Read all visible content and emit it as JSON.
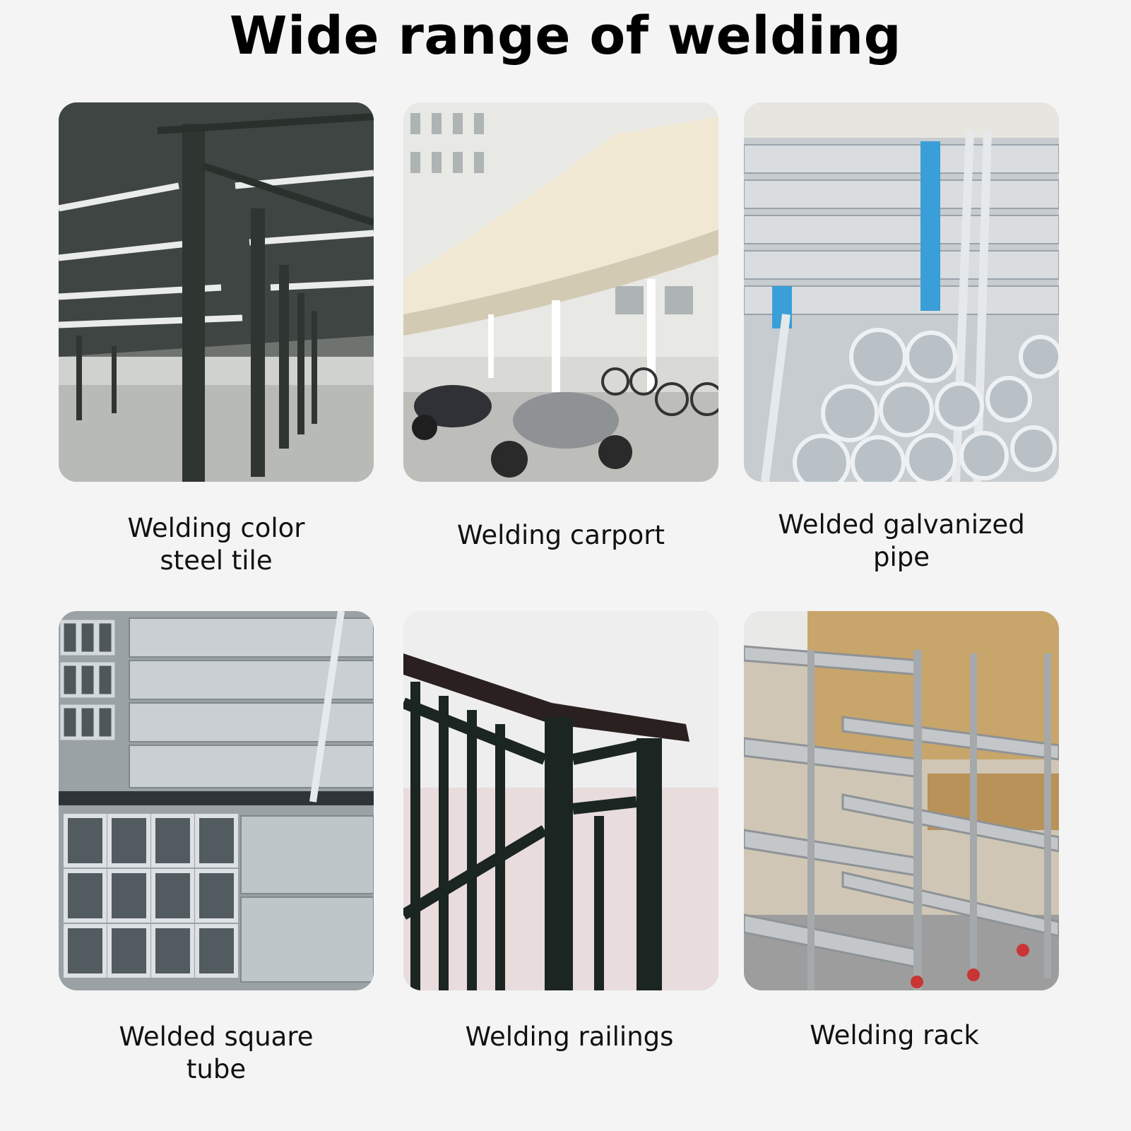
{
  "title": "Wide range of welding",
  "items": [
    {
      "caption_lines": [
        "Welding color",
        "steel tile"
      ],
      "icon": "steel-structure-warehouse-photo"
    },
    {
      "caption_lines": [
        "Welding carport",
        ""
      ],
      "icon": "carport-canopy-photo"
    },
    {
      "caption_lines": [
        "Welded galvanized",
        "pipe"
      ],
      "icon": "galvanized-pipe-bundle-photo"
    },
    {
      "caption_lines": [
        "Welded square",
        "tube"
      ],
      "icon": "square-tube-stack-photo"
    },
    {
      "caption_lines": [
        "Welding railings",
        ""
      ],
      "icon": "stair-railing-photo"
    },
    {
      "caption_lines": [
        "Welding rack",
        ""
      ],
      "icon": "stainless-rack-photo"
    }
  ]
}
